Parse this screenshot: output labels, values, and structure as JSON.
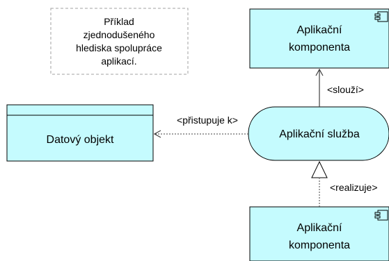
{
  "colors": {
    "application_fill": "#c5fbfe",
    "stroke": "#000000",
    "note_border": "#a0a0a0",
    "connector": "#404040"
  },
  "note": {
    "lines": [
      "Příklad",
      "zjednodušeného",
      "hlediska spolupráce",
      "aplikací."
    ]
  },
  "elements": {
    "data_object": {
      "label": "Datový objekt"
    },
    "service": {
      "label": "Aplikační služba"
    },
    "component_top": {
      "lines": [
        "Aplikační",
        "komponenta"
      ]
    },
    "component_bottom": {
      "lines": [
        "Aplikační",
        "komponenta"
      ]
    }
  },
  "relations": {
    "access": {
      "label": "<přistupuje k>"
    },
    "serving": {
      "label": "<slouží>"
    },
    "realization": {
      "label": "<realizuje>"
    }
  }
}
